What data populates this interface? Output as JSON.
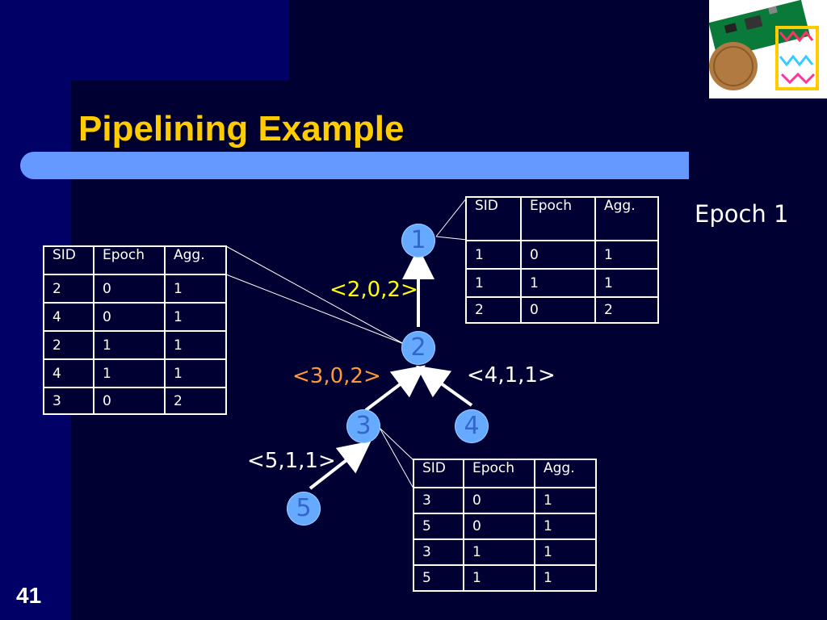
{
  "slide": {
    "title": "Pipelining Example",
    "slide_number": "41",
    "epoch_label": "Epoch 1"
  },
  "colors": {
    "title": "#FFCC00",
    "accent_bar": "#6699FF",
    "background": "#000033",
    "node": "#66AAFF",
    "yellow_row": "#FFFF00",
    "orange_row": "#FF9933"
  },
  "headers": [
    "SID",
    "Epoch",
    "Agg."
  ],
  "table_node1": [
    [
      "1",
      "0",
      "1"
    ],
    [
      "1",
      "1",
      "1"
    ],
    [
      "2",
      "0",
      "2"
    ]
  ],
  "table_node2": [
    [
      "2",
      "0",
      "1"
    ],
    [
      "4",
      "0",
      "1"
    ],
    [
      "2",
      "1",
      "1"
    ],
    [
      "4",
      "1",
      "1"
    ],
    [
      "3",
      "0",
      "2"
    ]
  ],
  "table_node3": [
    [
      "3",
      "0",
      "1"
    ],
    [
      "5",
      "0",
      "1"
    ],
    [
      "3",
      "1",
      "1"
    ],
    [
      "5",
      "1",
      "1"
    ]
  ],
  "nodes": [
    "1",
    "2",
    "3",
    "4",
    "5"
  ],
  "messages": {
    "m_2_to_1": "<2,0,2>",
    "m_3_to_2": "<3,0,2>",
    "m_4_to_2": "<4,1,1>",
    "m_5_to_3": "<5,1,1>"
  },
  "photo": {
    "icon": "sensor-board-and-coin-icon"
  }
}
